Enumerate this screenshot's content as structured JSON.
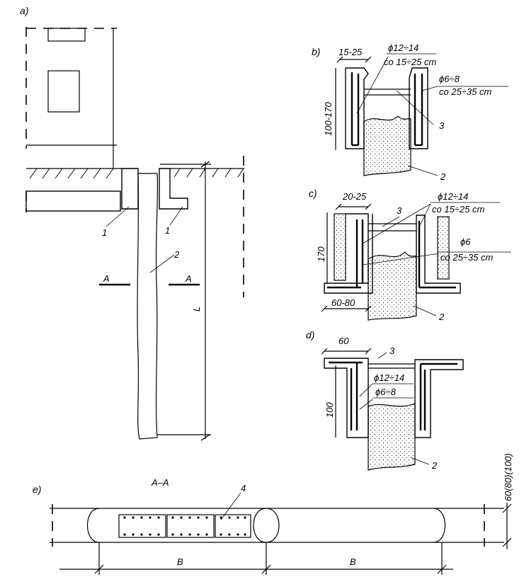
{
  "panels": {
    "a": "a)",
    "b": "b)",
    "c": "c)",
    "d": "d)",
    "e": "e)"
  },
  "panel_a": {
    "label_1_left": "1",
    "label_1_right": "1",
    "label_2": "2",
    "section_left": "A",
    "section_right": "A",
    "depth": "L"
  },
  "panel_b": {
    "width": "15-25",
    "height": "100-170",
    "rebar_main": "ϕ12÷14",
    "rebar_main_spacing": "co 15÷25 cm",
    "rebar_dist": "ϕ6÷8",
    "rebar_dist_spacing": "co 25÷35 cm",
    "label_3": "3",
    "label_2": "2"
  },
  "panel_c": {
    "width": "20-25",
    "height": "170",
    "base": "60-80",
    "rebar_main": "ϕ12÷14",
    "rebar_main_spacing": "co 15÷25 cm",
    "rebar_dist": "ϕ6",
    "rebar_dist_spacing": "co 25÷35 cm",
    "label_3": "3",
    "label_2": "2"
  },
  "panel_d": {
    "width": "60",
    "height": "100",
    "rebar_main": "ϕ12÷14",
    "rebar_dist": "ϕ6÷8",
    "label_3": "3",
    "label_2": "2"
  },
  "panel_e": {
    "title": "A–A",
    "label_4": "4",
    "dim_left": "B",
    "dim_right": "B",
    "thickness": "60(80)(100)"
  }
}
